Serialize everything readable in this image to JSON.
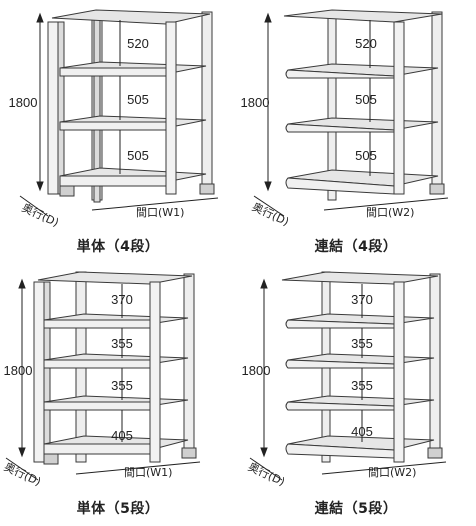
{
  "colors": {
    "frame": "#ececec",
    "frame_edge": "#3a3a3a",
    "shelf": "#d9d9d9",
    "dim_line": "#222222"
  },
  "panels": [
    {
      "id": "single-4",
      "caption": "単体（4段）",
      "height_label": "1800",
      "gaps": [
        "520",
        "505",
        "505"
      ],
      "depth_label": "奥行(D)",
      "width_label": "間口(W1)"
    },
    {
      "id": "linked-4",
      "caption": "連結（4段）",
      "height_label": "1800",
      "gaps": [
        "520",
        "505",
        "505"
      ],
      "depth_label": "奥行(D)",
      "width_label": "間口(W2)"
    },
    {
      "id": "single-5",
      "caption": "単体（5段）",
      "height_label": "1800",
      "gaps": [
        "370",
        "355",
        "355",
        "405"
      ],
      "depth_label": "奥行(D)",
      "width_label": "間口(W1)"
    },
    {
      "id": "linked-5",
      "caption": "連結（5段）",
      "height_label": "1800",
      "gaps": [
        "370",
        "355",
        "355",
        "405"
      ],
      "depth_label": "奥行(D)",
      "width_label": "間口(W2)"
    }
  ]
}
